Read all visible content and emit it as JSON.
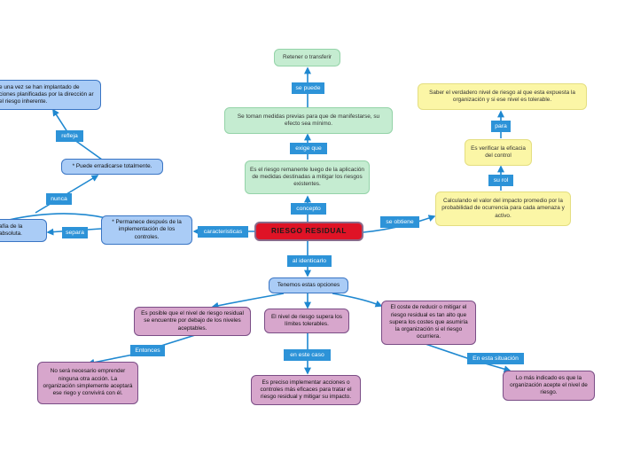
{
  "main": {
    "title": "RIESGO RESIDUAL"
  },
  "nodes": {
    "retener": "Retener o transferir",
    "se_toman": "Se toman medidas previas para que de manifestarse, su efecto sea mínimo.",
    "riesgo_remanente": "Es el riesgo remanente luego de la aplicación de medidas destinadas a mitigar los riesgos existentes.",
    "saber": "Saber el verdadero nivel de riesgo al que esta expuesta la organización y si ese nivel es tolerable.",
    "verificar": "Es verificar la eficacia del control",
    "calculando": "Calculando el valor del impacto promedio por la probabilidad de ocurrencia para cada amenaza y activo.",
    "una_vez": "e una vez se han implantado de ciones planificadas por la dirección ar el riesgo inherente.",
    "erradicarse": "* Puede erradicarse totalmente.",
    "permanece": "* Permanece después de la implementación de los controles.",
    "absoluta": "afía de la absoluta.",
    "opciones": "Tenemos estas opciones",
    "posible": "Es posible que el nivel de riesgo residual se encuentre por debajo de los niveles aceptables.",
    "supera": "El nivel de riesgo supera los límites tolerables.",
    "coste": "El coste de reducir o mitigar el riesgo residual es tan alto que supera los costes que asumiría la organización si el riesgo ocurriera.",
    "no_sera": "No será necesario emprender ninguna otra acción. La organización simplemente aceptará ese riego y convivirá con él.",
    "preciso": "Es preciso implementar acciones o controles más eficaces para tratar el riesgo residual y mitigar su impacto.",
    "indicado": "Lo más indicado es que la organización acepte el nivel de riesgo."
  },
  "labels": {
    "se_puede": "se puede",
    "exige_que": "exige que",
    "concepto": "concepto",
    "para": "para",
    "su_rol": "su rol",
    "se_obtiene": "se obtiene",
    "caracteristicas": "caracteristicas",
    "refleja": "refleja",
    "nunca": "nunca",
    "separa": "separa",
    "al_identicarlo": "al identicarlo",
    "entonces": "Entonces",
    "en_este_caso": "en este caso",
    "en_esta_situacion": "En esta situación"
  },
  "colors": {
    "green": "#c5ecd1",
    "yellow": "#fbf6a6",
    "blue": "#aaccf6",
    "pink": "#d7a6cc",
    "main": "#df1326",
    "label": "#2d93d8",
    "connector": "#1f88d0"
  }
}
